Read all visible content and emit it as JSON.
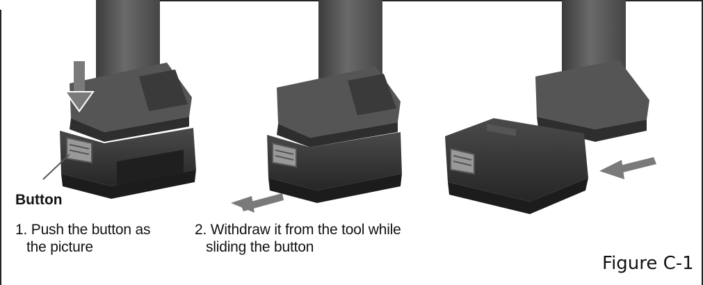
{
  "callout": {
    "label": "Button"
  },
  "steps": [
    {
      "number": "1.",
      "line1": "Push the button as",
      "line2": "the picture"
    },
    {
      "number": "2.",
      "line1": "Withdraw it from the tool while",
      "line2": "sliding the button"
    }
  ],
  "figure": {
    "label": "Figure C-1"
  },
  "colors": {
    "arrow": "#7a7a7a",
    "tool_body": "#5c5c5c",
    "tool_dark": "#2b2b2b",
    "battery": "#3a3a3a",
    "battery_dark": "#1e1e1e",
    "frame": "#222222"
  }
}
